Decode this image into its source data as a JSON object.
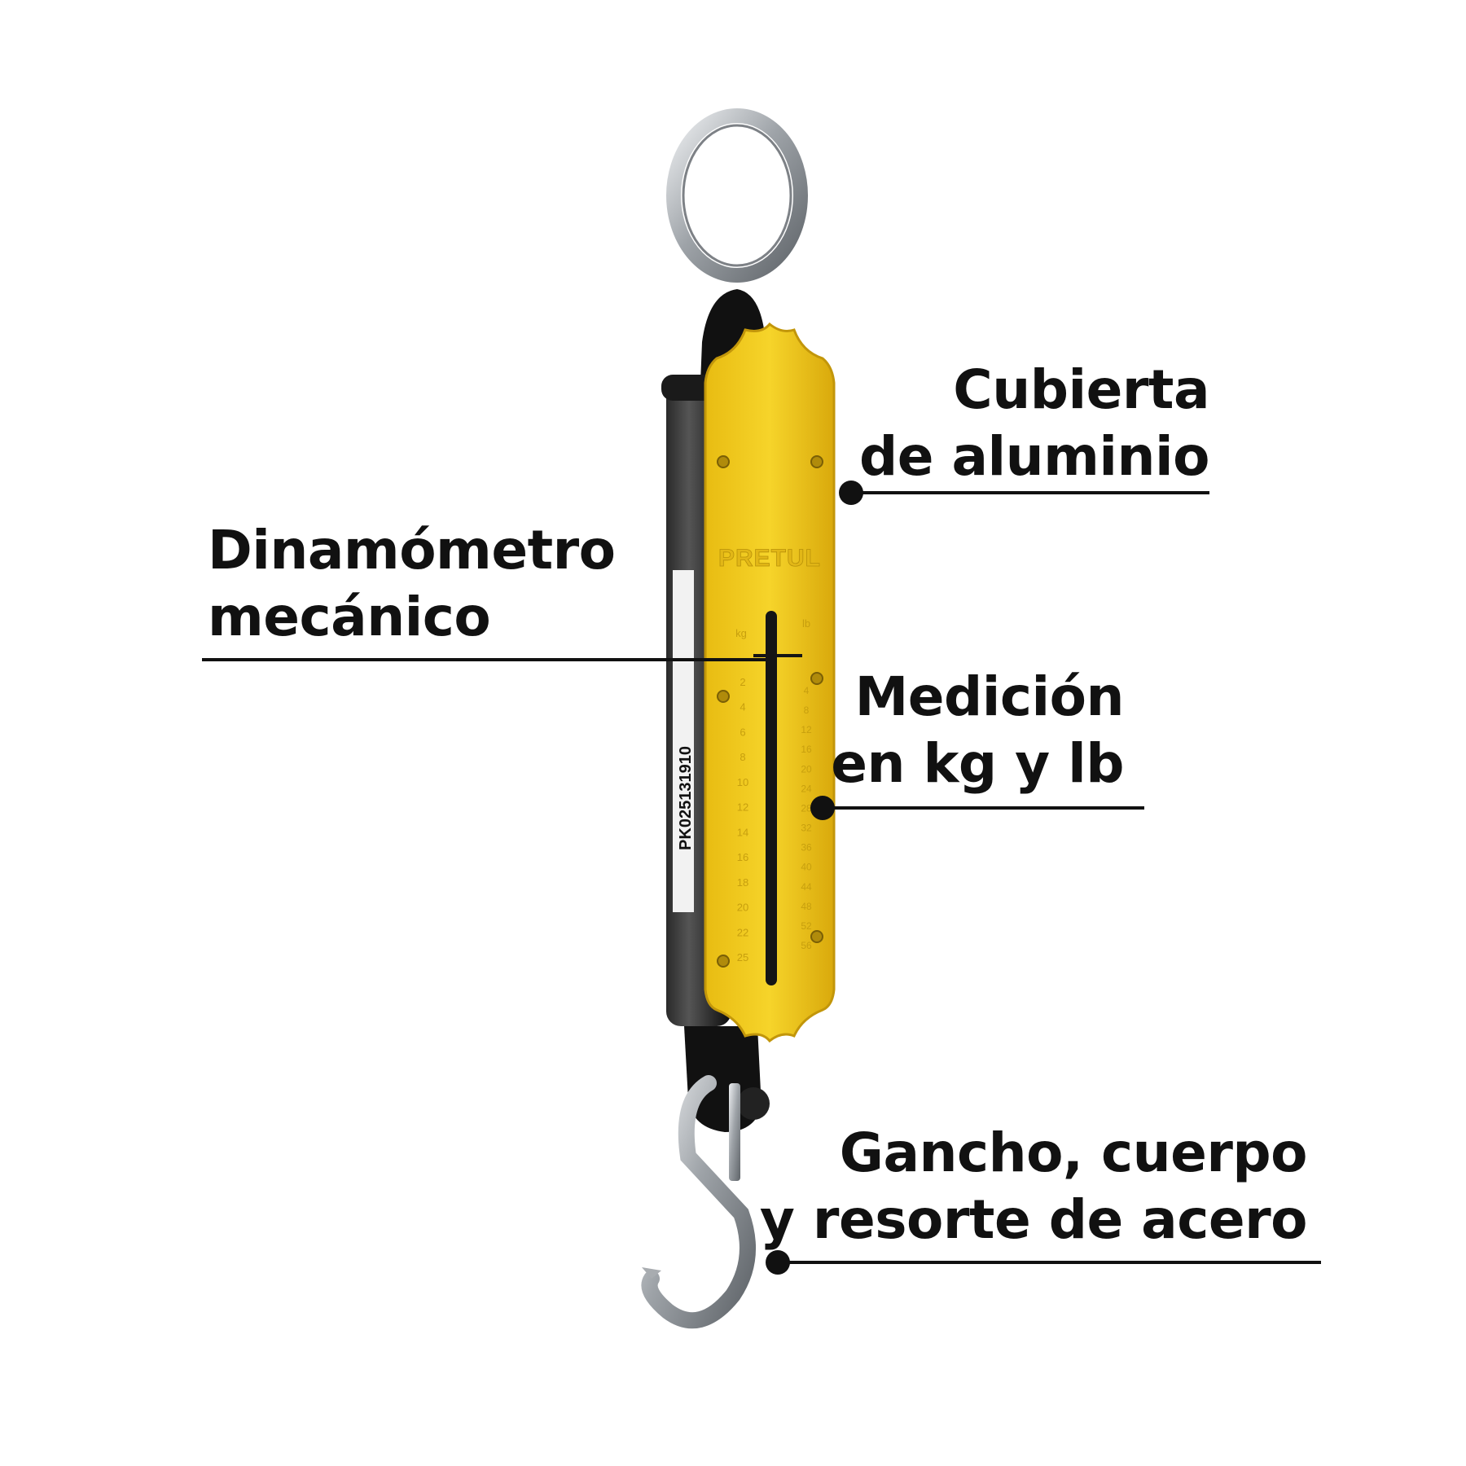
{
  "callouts": {
    "cubierta": {
      "line1": "Cubierta",
      "line2": "de aluminio"
    },
    "dinamometro": {
      "line1": "Dinamómetro",
      "line2": "mecánico"
    },
    "medicion": {
      "line1": "Medición",
      "line2": "en kg y lb"
    },
    "gancho": {
      "line1": "Gancho, cuerpo",
      "line2": "y resorte de acero"
    }
  },
  "product": {
    "brand": "PRETUL",
    "serial": "PK025131910",
    "unit_left": "kg",
    "unit_right": "lb",
    "kg_scale": [
      "2",
      "4",
      "6",
      "8",
      "10",
      "12",
      "14",
      "16",
      "18",
      "20",
      "22",
      "25"
    ],
    "lb_scale": [
      "4",
      "8",
      "12",
      "16",
      "20",
      "24",
      "28",
      "32",
      "36",
      "40",
      "44",
      "48",
      "52",
      "56"
    ]
  },
  "colors": {
    "plate": "#f2cf1e",
    "plate_shade": "#d9a90c",
    "body": "#111111",
    "steel": "#c9cccf",
    "text": "#111111"
  }
}
